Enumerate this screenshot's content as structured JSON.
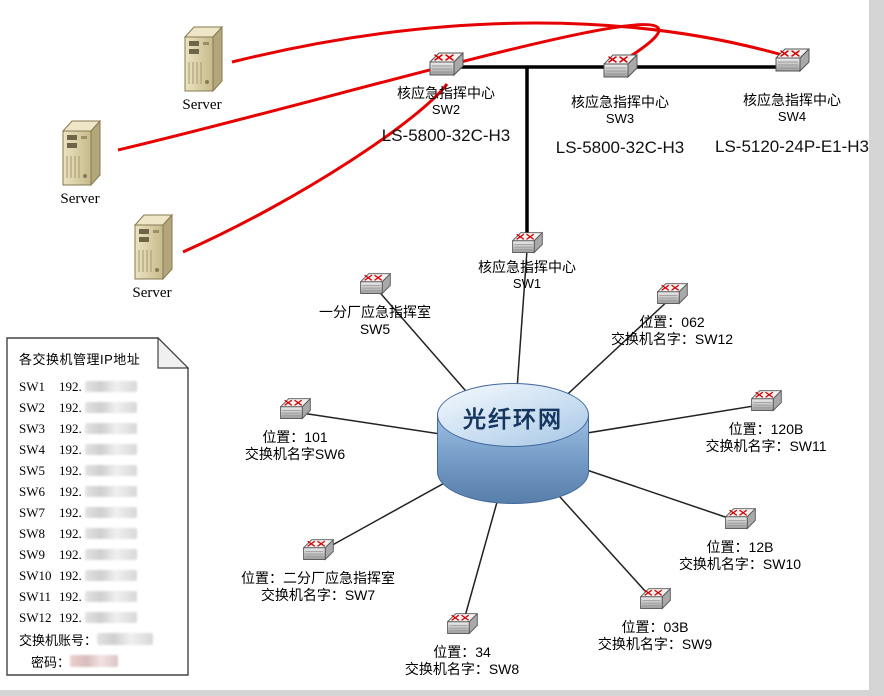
{
  "diagram": {
    "core_label": "光纤环网",
    "servers": [
      "Server",
      "Server",
      "Server"
    ],
    "core_switches": {
      "sw2": {
        "site": "核应急指挥中心",
        "name": "SW2",
        "model": "LS-5800-32C-H3"
      },
      "sw3": {
        "site": "核应急指挥中心",
        "name": "SW3",
        "model": "LS-5800-32C-H3"
      },
      "sw4": {
        "site": "核应急指挥中心",
        "name": "SW4",
        "model": "LS-5120-24P-E1-H3"
      },
      "sw1": {
        "site": "核应急指挥中心",
        "name": "SW1"
      }
    },
    "ring_switches": {
      "sw5": {
        "line1": "一分厂应急指挥室",
        "line2": "SW5"
      },
      "sw6": {
        "line1": "位置：101",
        "line2": "交换机名字SW6"
      },
      "sw7": {
        "line1": "位置：二分厂应急指挥室",
        "line2": "交换机名字：SW7"
      },
      "sw8": {
        "line1": "位置：34",
        "line2": "交换机名字：SW8"
      },
      "sw9": {
        "line1": "位置：03B",
        "line2": "交换机名字：SW9"
      },
      "sw10": {
        "line1": "位置：12B",
        "line2": "交换机名字：SW10"
      },
      "sw11": {
        "line1": "位置：120B",
        "line2": "交换机名字：SW11"
      },
      "sw12": {
        "line1": "位置：062",
        "line2": "交换机名字：SW12"
      }
    }
  },
  "ip_note": {
    "title": "各交换机管理IP地址",
    "ip_prefix": "192.",
    "rows": [
      {
        "name": "SW1"
      },
      {
        "name": "SW2"
      },
      {
        "name": "SW3"
      },
      {
        "name": "SW4"
      },
      {
        "name": "SW5"
      },
      {
        "name": "SW6"
      },
      {
        "name": "SW7"
      },
      {
        "name": "SW8"
      },
      {
        "name": "SW9"
      },
      {
        "name": "SW10"
      },
      {
        "name": "SW11"
      },
      {
        "name": "SW12"
      }
    ],
    "account_label": "交换机账号：",
    "password_label": "密码：",
    "values_redacted": true
  },
  "colors": {
    "server_link_red": "#e60000",
    "backbone_black": "#000000",
    "spoke_black": "#222222",
    "ring_top_blue": "#d3e4f4",
    "ring_body_blue": "#7199c4",
    "server_beige": "#d9cda3",
    "switch_cross_red": "#d40000"
  }
}
